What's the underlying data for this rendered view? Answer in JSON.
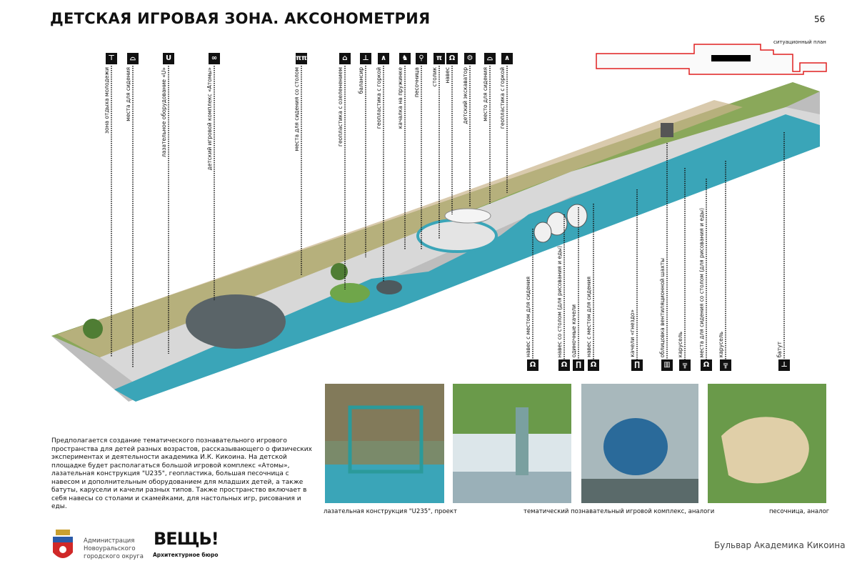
{
  "header": {
    "title": "ДЕТСКАЯ ИГРОВАЯ ЗОНА. АКСОНОМЕТРИЯ",
    "page_number": "56",
    "plan_label": "ситуационный план"
  },
  "top_labels": [
    {
      "icon": "bench-icon",
      "glyph": "⊤",
      "text": "зона отдыха молодежи"
    },
    {
      "icon": "seating-icon",
      "glyph": "⌓",
      "text": "места для сидения"
    },
    {
      "icon": "u-climber-icon",
      "glyph": "U",
      "text": "лазательное оборудование «U»"
    },
    {
      "icon": "atoms-icon",
      "glyph": "∞",
      "text": "детский игровой комплекс «Атомы»"
    },
    {
      "icon": "table-seats-icon",
      "glyph": "ππ",
      "text": "места для сидения со столом"
    },
    {
      "icon": "geoplastic-greenery-icon",
      "glyph": "⌂",
      "text": "геопластика с озеленением"
    },
    {
      "icon": "balancer-icon",
      "glyph": "⊥",
      "text": "балансир"
    },
    {
      "icon": "slide-icon",
      "glyph": "∧",
      "text": "геопластика с горкой"
    },
    {
      "icon": "spring-rocker-icon",
      "glyph": "♞",
      "text": "качалка на пружинке"
    },
    {
      "icon": "sandbox-icon",
      "glyph": "⚲",
      "text": "песочница"
    },
    {
      "icon": "small-table-icon",
      "glyph": "π",
      "text": "столик"
    },
    {
      "icon": "canopy-icon",
      "glyph": "Ω",
      "text": "навес"
    },
    {
      "icon": "excavator-icon",
      "glyph": "⚙",
      "text": "детский экскаватор"
    },
    {
      "icon": "seat-icon",
      "glyph": "⌓",
      "text": "место для сидения"
    },
    {
      "icon": "slide-icon",
      "glyph": "∧",
      "text": "геопластика с горкой"
    }
  ],
  "bottom_labels": [
    {
      "icon": "canopy-icon",
      "glyph": "Ω",
      "text": "навес с местом для сидения"
    },
    {
      "icon": "canopy-table-icon",
      "glyph": "Ω",
      "text": "навес со столом (для рисования и еды)"
    },
    {
      "icon": "swing-icon",
      "glyph": "∏",
      "text": "одиночные качели"
    },
    {
      "icon": "canopy-icon",
      "glyph": "Ω",
      "text": "навес с местом для сидения"
    },
    {
      "icon": "nest-swing-icon",
      "glyph": "∏",
      "text": "качели «гнездо»"
    },
    {
      "icon": "vent-shaft-icon",
      "glyph": "▥",
      "text": "облицовка вентиляционной шахты"
    },
    {
      "icon": "carousel-icon",
      "glyph": "╦",
      "text": "карусель"
    },
    {
      "icon": "canopy-table-icon",
      "glyph": "Ω",
      "text": "места для сидения со столом (для рисования и еды)"
    },
    {
      "icon": "carousel-icon",
      "glyph": "╦",
      "text": "карусель"
    },
    {
      "icon": "trampoline-icon",
      "glyph": "⊥",
      "text": "батут"
    }
  ],
  "description": "Предполагается создание тематического познавательного игрового пространства для детей разных возрастов, рассказывающего о физических экспериментах и деятельности академика И.К. Кикоина. На детской площадке будет располагаться большой игровой комплекс «Атомы», лазательная конструкция \"U235\", геопластика, большая песочница с навесом и дополнительным оборудованием для младших детей, а также батуты, карусели и качели разных типов. Также пространство включает в себя навесы со столами и скамейками, для настольных игр, рисования и еды.",
  "captions": {
    "u235": "лазательная конструкция \"U235\", проект",
    "complex": "тематический познавательный игровой комплекс, аналоги",
    "sandbox": "песочница, аналог"
  },
  "footer": {
    "admin_line1": "Администрация",
    "admin_line2": "Новоуральского",
    "admin_line3": "городского округа",
    "logo": "ВЕЩЬ!",
    "logo_sub": "Архитектурное бюро",
    "street": "Бульвар Академика Кикоина"
  },
  "colors": {
    "blue": "#3aa5b8",
    "grass": "#8aa85a",
    "paving": "#c9c9c9",
    "plan_outline": "#e02020"
  }
}
